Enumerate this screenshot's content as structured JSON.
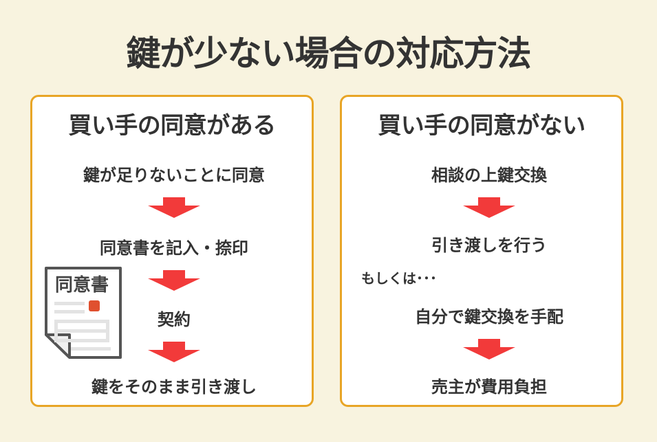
{
  "title": "鍵が少ない場合の対応方法",
  "colors": {
    "background": "#f8f3df",
    "panel_border": "#e8a526",
    "arrow": "#f23a3a",
    "text": "#333333",
    "stamp": "#e0502f"
  },
  "left_panel": {
    "heading": "買い手の同意がある",
    "steps": [
      "鍵が足りないことに同意",
      "同意書を記入・捺印",
      "契約",
      "鍵をそのまま引き渡し"
    ],
    "document_icon": {
      "icon": "document-icon",
      "label": "同意書"
    }
  },
  "right_panel": {
    "heading": "買い手の同意がない",
    "option_a": [
      "相談の上鍵交換",
      "引き渡しを行う"
    ],
    "alternative_label": "もしくは･･･",
    "option_b": [
      "自分で鍵交換を手配",
      "売主が費用負担"
    ]
  }
}
